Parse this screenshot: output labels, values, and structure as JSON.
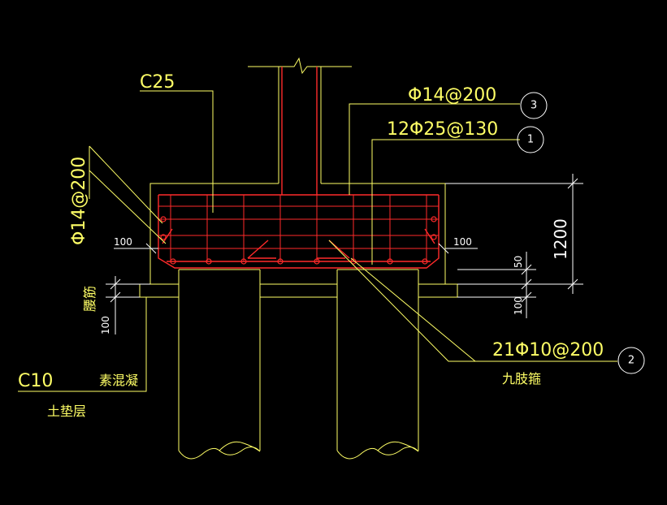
{
  "labels": {
    "concrete_grade": "C25",
    "top_bar": "Φ14@200",
    "bottom_bar": "12Φ25@130",
    "stirrup": "21Φ10@200",
    "stirrup_type": "九肢箍",
    "side_bar": "Φ14@200",
    "waist_bar": "腰筋",
    "blinding_grade": "C10",
    "blinding_material": "素混凝",
    "blinding_layer": "土垫层"
  },
  "dimensions": {
    "depth": "1200",
    "cover_left": "100",
    "cover_right": "100",
    "pile_embed": "50",
    "blinding_right": "100",
    "blinding_left": "100"
  },
  "callouts": {
    "c1": "1",
    "c2": "2",
    "c3": "3"
  },
  "colors": {
    "background": "#000000",
    "outline": "#ffff66",
    "rebar": "#ff2a2a",
    "dimension": "#ffffff"
  }
}
